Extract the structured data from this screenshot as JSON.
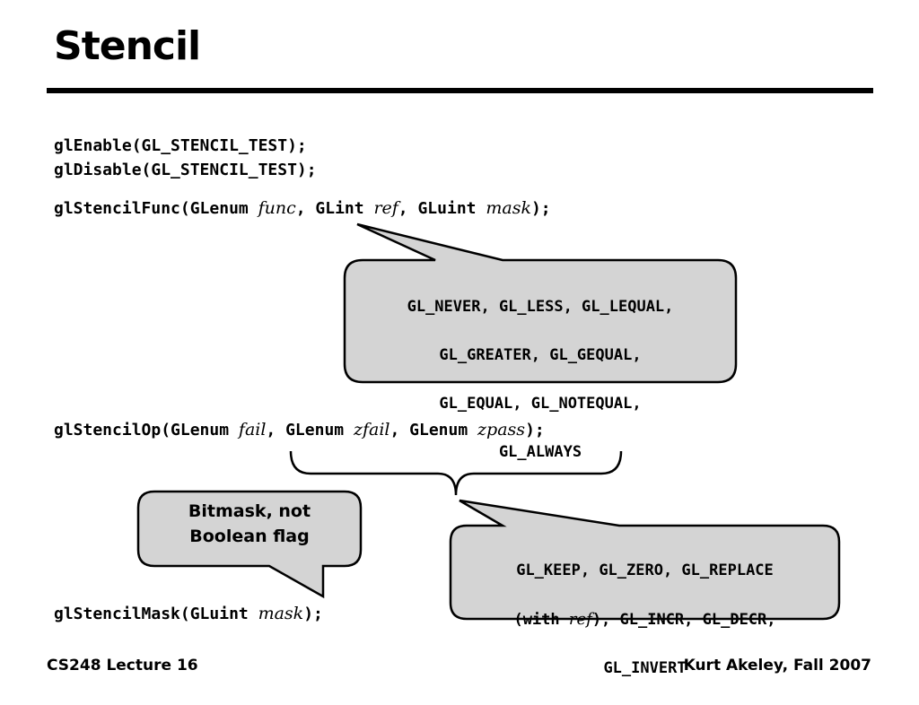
{
  "slide": {
    "title": "Stencil",
    "footer_left": "CS248 Lecture 16",
    "footer_right": "Kurt Akeley, Fall 2007"
  },
  "code": {
    "enable": "glEnable(GL_STENCIL_TEST);",
    "disable": "glDisable(GL_STENCIL_TEST);",
    "func": {
      "prefix": "glStencilFunc(GLenum ",
      "p1": "func",
      "mid1": ", GLint ",
      "p2": "ref",
      "mid2": ", GLuint ",
      "p3": "mask",
      "suffix": ");"
    },
    "op": {
      "prefix": "glStencilOp(GLenum ",
      "p1": "fail",
      "mid1": ", GLenum ",
      "p2": "zfail",
      "mid2": ", GLenum ",
      "p3": "zpass",
      "suffix": ");"
    },
    "mask": {
      "prefix": "glStencilMask(GLuint ",
      "p1": "mask",
      "suffix": ");"
    }
  },
  "callouts": {
    "func_values": {
      "line1": "GL_NEVER, GL_LESS, GL_LEQUAL,",
      "line2": "GL_GREATER, GL_GEQUAL,",
      "line3": "GL_EQUAL, GL_NOTEQUAL,",
      "line4": "GL_ALWAYS"
    },
    "op_values": {
      "line1": "GL_KEEP, GL_ZERO, GL_REPLACE",
      "line2_a": "(with ",
      "line2_ref": "ref",
      "line2_b": "), GL_INCR, GL_DECR,",
      "line3": "GL_INVERT"
    },
    "mask_note": {
      "line1": "Bitmask, not",
      "line2": "Boolean flag"
    }
  },
  "colors": {
    "bubble_fill": "#d4d4d4",
    "stroke": "#000000"
  }
}
